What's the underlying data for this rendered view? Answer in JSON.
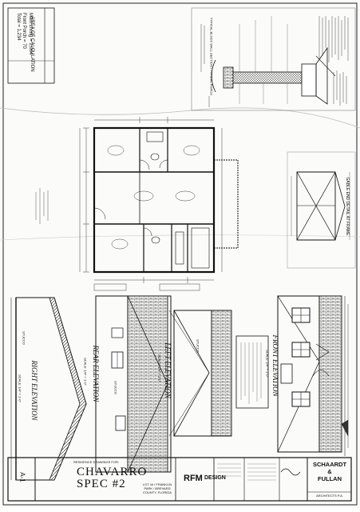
{
  "area_table": {
    "title": "AREA OF CALCULATION",
    "rows": [
      {
        "label": "Main Living",
        "value": "1,064"
      },
      {
        "label": "Front Porch",
        "value": "70"
      },
      {
        "label": "Total",
        "value": "1,234"
      }
    ]
  },
  "wall_section": {
    "caption": "TYPICAL BLOCK WALL SECTION / TYPICAL PORCH"
  },
  "gable_detail": {
    "caption": "GABLE END DETAIL AT FRAME"
  },
  "elevations": {
    "right": {
      "title": "RIGHT ELEVATION",
      "scale": "SCALE: 1/4\" = 1'-0\"",
      "material": "STUCCO"
    },
    "rear": {
      "title": "REAR ELEVATION",
      "scale": "SCALE: 1/4\" = 1'-0\"",
      "material": "STUCCO"
    },
    "left": {
      "title": "LEFT ELEVATION",
      "scale": "SCALE: 1/4\" = 1'-0\"",
      "material": "STUCCO"
    },
    "front": {
      "title": "FRONT ELEVATION",
      "scale": "SCALE: 1/4\" = 1'-0\""
    }
  },
  "title_block": {
    "sheet_number": "A-1",
    "residence_label": "RESIDENCE DRAWINGS FOR:",
    "project_name_line1": "CHAVARRO",
    "project_name_line2": "SPEC #2",
    "lot_info": "LOT 44 / FRANKLIN PARK / BREVARD COUNTY, FLORIDA",
    "firm_logo": "RFM",
    "firm_name": "DESIGN",
    "client_line1": "SCHAARDT",
    "client_line2": "&",
    "client_line3": "FULLAN",
    "client_sub": "ARCHITECTS P.A."
  },
  "colors": {
    "ink": "#111111",
    "paper": "#fbfbf9",
    "hatch": "#333333"
  }
}
